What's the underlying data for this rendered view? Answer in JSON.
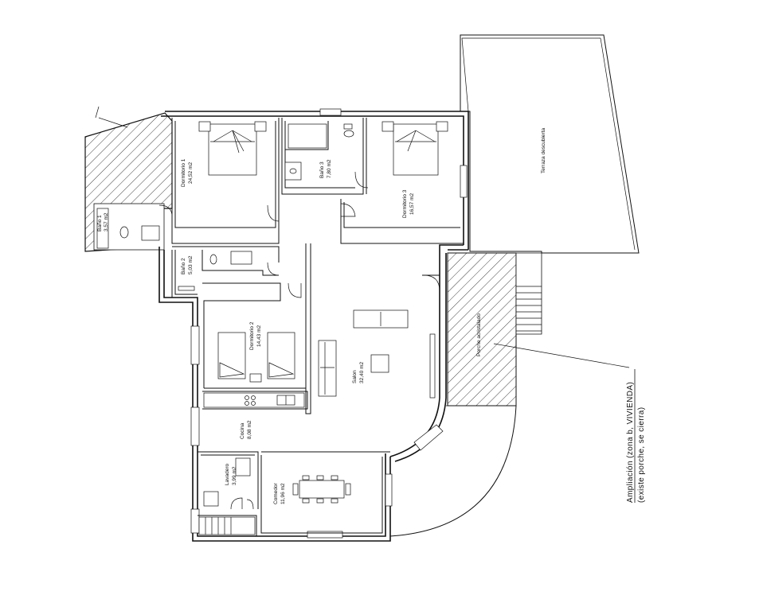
{
  "rooms": {
    "dormitorio1": {
      "name": "Dormitorio 1",
      "area": "24,52 m2"
    },
    "bano1": {
      "name": "Baño 1",
      "area": "3,57 m2"
    },
    "bano3": {
      "name": "Baño 3",
      "area": "7,80 m2"
    },
    "dormitorio3": {
      "name": "Dormitorio 3",
      "area": "16,57 m2"
    },
    "bano2": {
      "name": "Baño 2",
      "area": "5,03 m2"
    },
    "dormitorio2": {
      "name": "Dormitorio 2",
      "area": "14,43 m2"
    },
    "salon": {
      "name": "Salon",
      "area": "32,40 m2"
    },
    "cocina": {
      "name": "Cocina",
      "area": "8,08 m2"
    },
    "lavadero": {
      "name": "Lavadero",
      "area": "3,99 m2"
    },
    "comedor": {
      "name": "Comedor",
      "area": "11,96 m2"
    },
    "terraza": {
      "name": "Terraza descubierta"
    },
    "porche": {
      "name": "Porche acristalado"
    }
  },
  "annotation": {
    "line1": "Ampliación (zona b, VIVIENDA)",
    "line2": "(existe porche, se cierra)"
  }
}
